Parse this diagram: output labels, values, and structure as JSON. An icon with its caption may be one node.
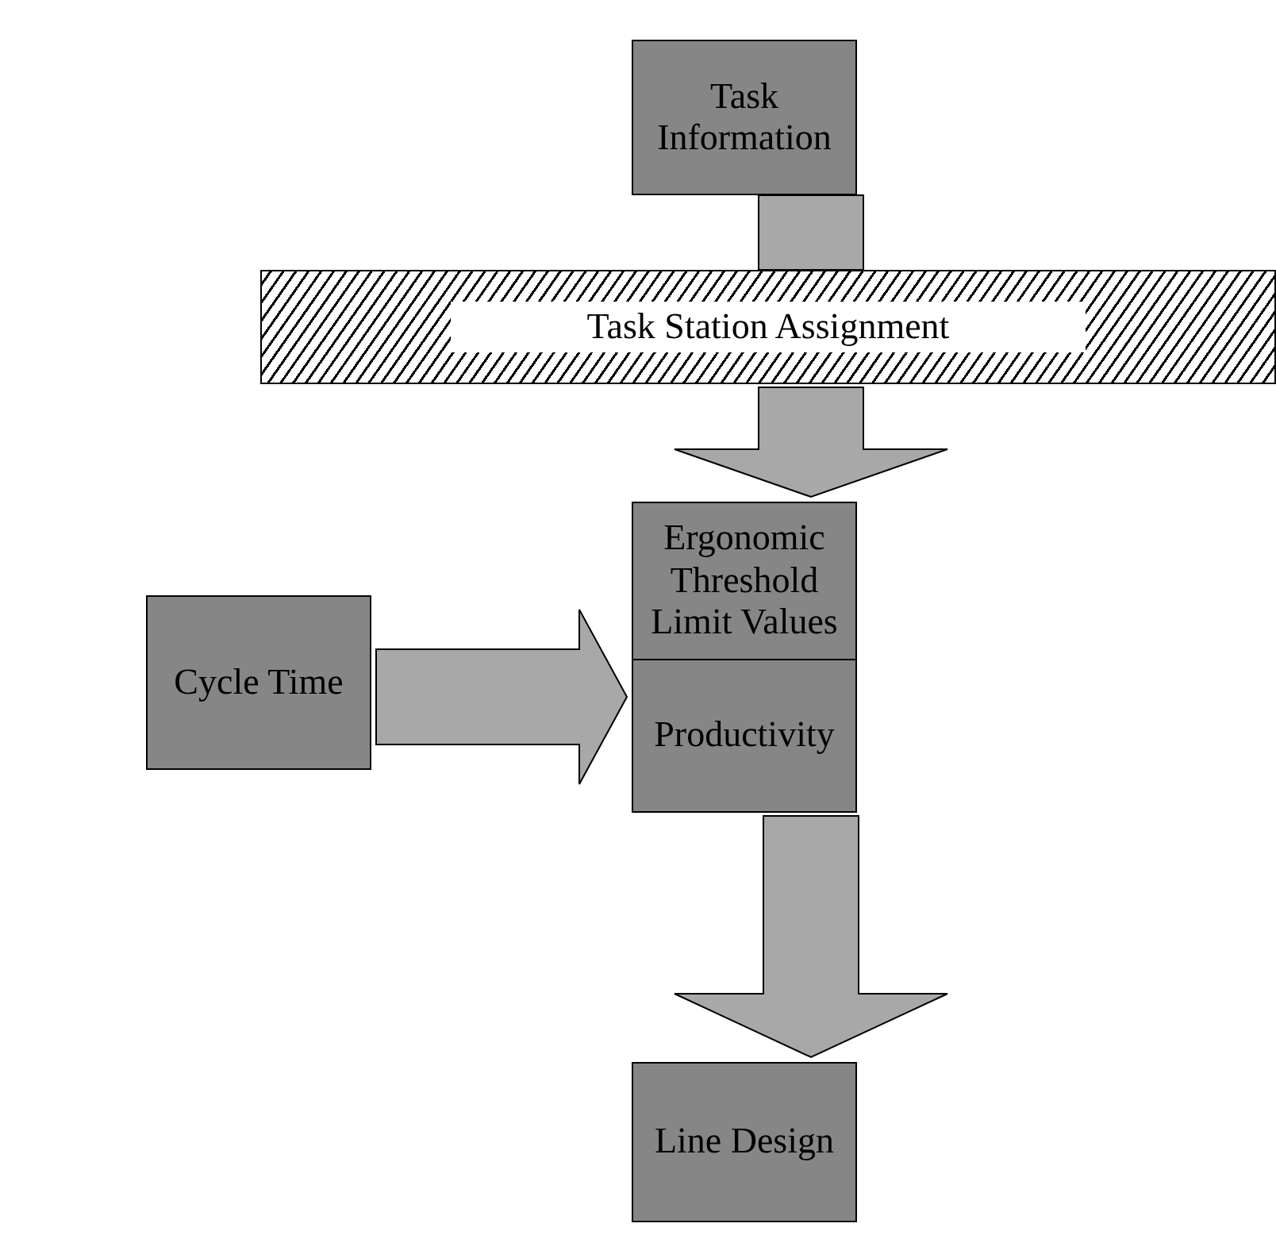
{
  "diagram": {
    "nodes": [
      {
        "text": [
          "Task Information"
        ]
      },
      {
        "text": [
          "Task Station Assignment"
        ]
      },
      {
        "text": [
          "Ergonomic Threshold Limit Values"
        ]
      },
      {
        "text": [
          "Productivity"
        ]
      },
      {
        "text": [
          "Cycle Time"
        ]
      },
      {
        "text": [
          "Line Design"
        ]
      }
    ],
    "edges": [
      {
        "from": 0,
        "to": 1,
        "arrow": "none"
      },
      {
        "from": 1,
        "to": 2,
        "arrow": "to"
      },
      {
        "from": 4,
        "to": 3,
        "arrow": "to"
      },
      {
        "from": 3,
        "to": 5,
        "arrow": "to"
      }
    ]
  }
}
